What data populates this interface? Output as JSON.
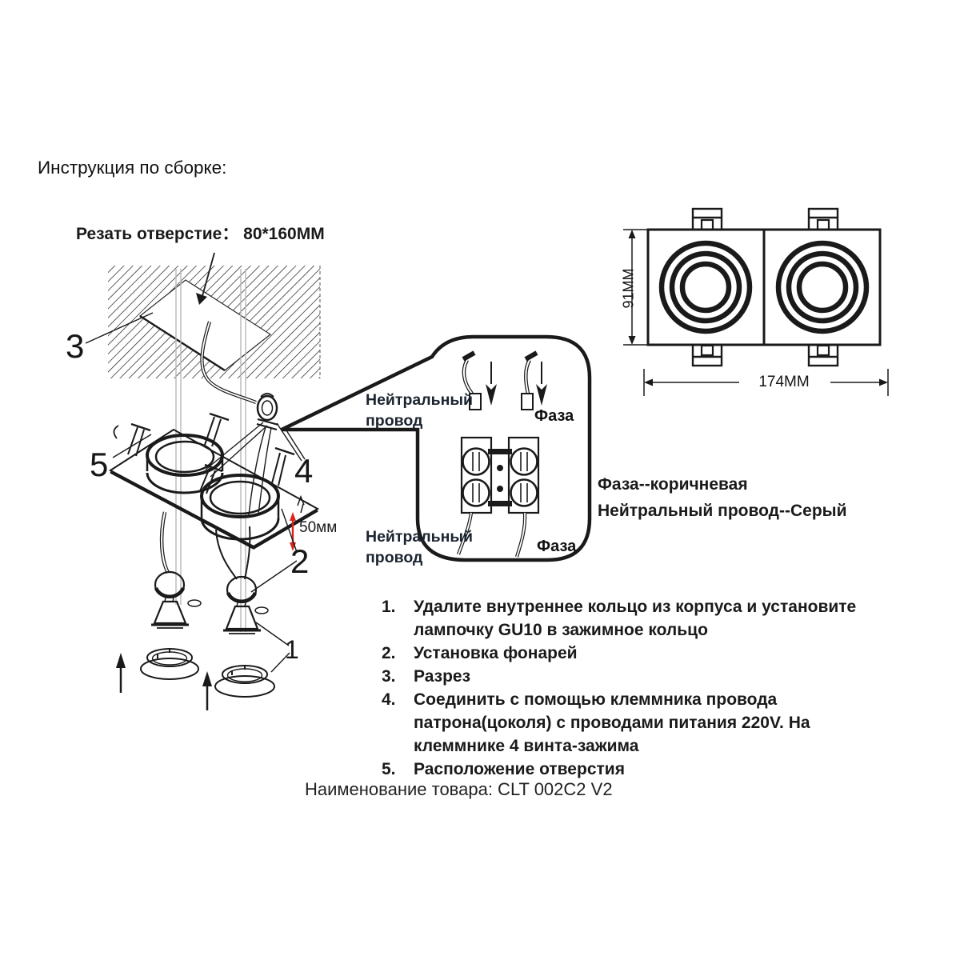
{
  "title": "Инструкция по сборке:",
  "cut_label": "Резать отверстие： 80*160MM",
  "depth_label": "50мм",
  "callouts": {
    "c1": "1",
    "c2": "2",
    "c3": "3",
    "c4": "4",
    "c5": "5"
  },
  "wiring": {
    "neutral_top_l1": "Нейтральный",
    "neutral_top_l2": "провод",
    "phase_top": "Фаза",
    "neutral_bottom_l1": "Нейтральный",
    "neutral_bottom_l2": "провод",
    "phase_bottom": "Фаза",
    "legend_phase": "Фаза--коричневая",
    "legend_neutral": "Нейтральный провод--Серый"
  },
  "dimensions": {
    "height": "91MM",
    "width": "174MM"
  },
  "steps": [
    {
      "num": "1.",
      "text": "Удалите внутреннее кольцо из корпуса и установите лампочку GU10 в зажимное кольцо"
    },
    {
      "num": "2.",
      "text": "Установка фонарей"
    },
    {
      "num": "3.",
      "text": "Разрез"
    },
    {
      "num": "4.",
      "text": "Соединить с помощью клеммника провода патрона(цоколя) с проводами питания 220V. На клеммнике 4 винта-зажима"
    },
    {
      "num": "5.",
      "text": "Расположение отверстия"
    }
  ],
  "product_label": "Наименование товара: CLT 002C2 V2",
  "colors": {
    "line": "#1a1a1a",
    "accent_red": "#da251d",
    "guide_gray": "#b8b8b8"
  }
}
